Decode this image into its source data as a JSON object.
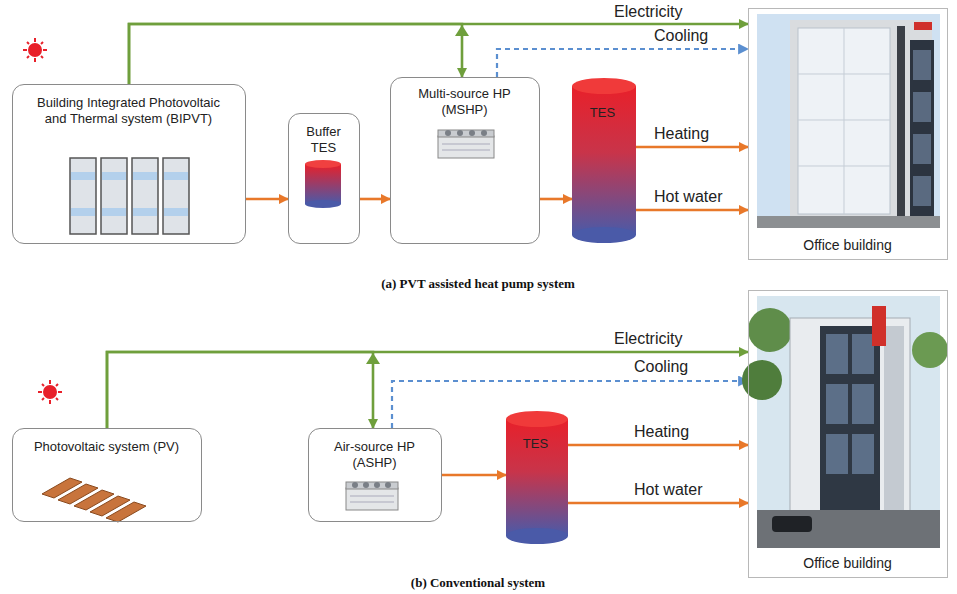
{
  "diagram": {
    "nodes": [
      {
        "text": [
          "Building Integrated Photovoltaic and Thermal system (BIPVT)"
        ]
      },
      {
        "text": [
          "Buffer TES"
        ]
      },
      {
        "text": [
          "Multi-source HP (MSHP)"
        ]
      },
      {
        "text": [
          "TES"
        ]
      },
      {
        "text": [
          "Office building"
        ]
      },
      {
        "text": [
          "Photovoltaic system (PV)"
        ]
      },
      {
        "text": [
          "Air-source HP (ASHP)"
        ]
      },
      {
        "text": [
          "TES"
        ]
      },
      {
        "text": [
          "Office building"
        ]
      }
    ],
    "edges": [
      {
        "from": 0,
        "to": 1,
        "arrow": "to"
      },
      {
        "from": 1,
        "to": 2,
        "arrow": "to"
      },
      {
        "from": 2,
        "to": 3,
        "arrow": "to"
      },
      {
        "from": 0,
        "to": 2,
        "arrow": "to"
      },
      {
        "from": 0,
        "to": 4,
        "label": "Electricity",
        "arrow": "to"
      },
      {
        "from": 2,
        "to": 4,
        "label": "Cooling",
        "arrow": "to"
      },
      {
        "from": 3,
        "to": 4,
        "label": "Heating",
        "arrow": "to"
      },
      {
        "from": 3,
        "to": 4,
        "label": "Hot water",
        "arrow": "to"
      },
      {
        "from": 5,
        "to": 6,
        "arrow": "to"
      },
      {
        "from": 5,
        "to": 8,
        "label": "Electricity",
        "arrow": "to"
      },
      {
        "from": 6,
        "to": 8,
        "label": "Cooling",
        "arrow": "to"
      },
      {
        "from": 6,
        "to": 7,
        "arrow": "to"
      },
      {
        "from": 7,
        "to": 8,
        "label": "Heating",
        "arrow": "to"
      },
      {
        "from": 7,
        "to": 8,
        "label": "Hot water",
        "arrow": "to"
      }
    ],
    "labels": [
      "(a) PVT assisted heat pump system",
      "(b) Conventional system"
    ]
  }
}
